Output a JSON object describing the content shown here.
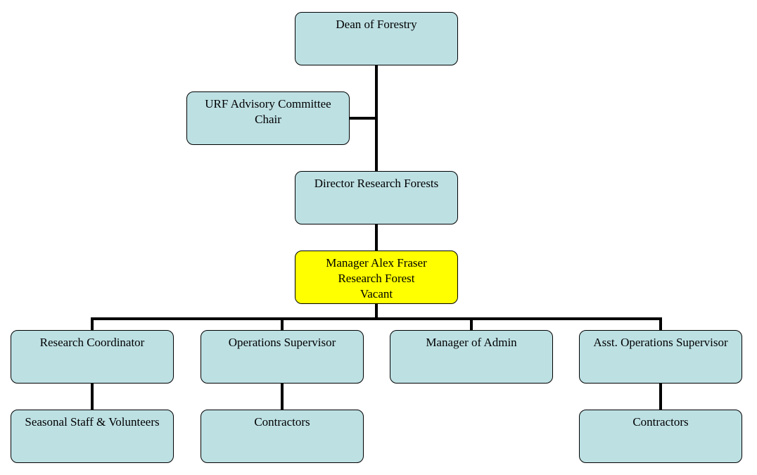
{
  "colors": {
    "node_fill": "#bde0e3",
    "highlight_fill": "#ffff00",
    "border": "#000000",
    "connector": "#000000"
  },
  "nodes": {
    "dean": {
      "lines": [
        "Dean of Forestry"
      ]
    },
    "advisory": {
      "lines": [
        "URF Advisory Committee",
        "Chair"
      ]
    },
    "director": {
      "lines": [
        "Director Research Forests"
      ]
    },
    "manager": {
      "lines": [
        "Manager Alex Fraser",
        "Research Forest",
        "Vacant"
      ]
    },
    "research_coordinator": {
      "lines": [
        "Research Coordinator"
      ]
    },
    "operations_supervisor": {
      "lines": [
        "Operations Supervisor"
      ]
    },
    "manager_admin": {
      "lines": [
        "Manager of Admin"
      ]
    },
    "asst_operations_supervisor": {
      "lines": [
        "Asst. Operations Supervisor"
      ]
    },
    "seasonal_staff": {
      "lines": [
        "Seasonal Staff & Volunteers"
      ]
    },
    "contractors_ops": {
      "lines": [
        "Contractors"
      ]
    },
    "contractors_asst": {
      "lines": [
        "Contractors"
      ]
    }
  }
}
